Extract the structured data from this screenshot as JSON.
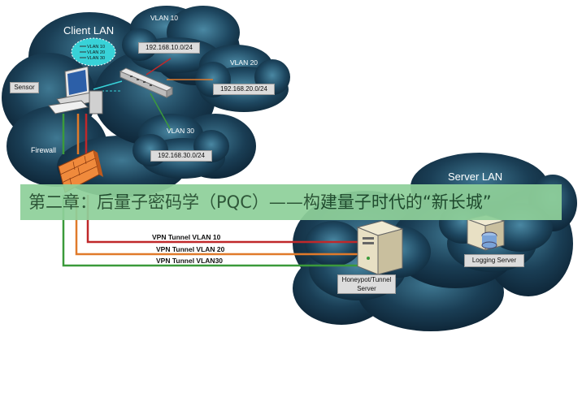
{
  "clouds": {
    "client_lan": "Client LAN",
    "vlan10": "VLAN 10",
    "vlan20": "VLAN 20",
    "vlan30": "VLAN 30",
    "server_lan": "Server LAN"
  },
  "subnets": {
    "vlan10": "192.168.10.0/24",
    "vlan20": "192.168.20.0/24",
    "vlan30": "192.168.30.0/24"
  },
  "devices": {
    "sensor": "Sensor",
    "firewall": "Firewall",
    "honeypot": "Honeypot/Tunnel Server",
    "logging": "Logging Server"
  },
  "bubble_labels": [
    "VLAN 10",
    "VLAN 20",
    "VLAN 30"
  ],
  "tunnels": [
    "VPN Tunnel  VLAN 10",
    "VPN Tunnel VLAN 20",
    "VPN Tunnel VLAN30"
  ],
  "banner": "第二章：后量子密码学（PQC）——构建量子时代的“新长城”",
  "colors": {
    "cloud_dark": "#0e2a3e",
    "cloud_light": "#3a6f8a",
    "vlan10_line": "#c0282a",
    "vlan20_line": "#e07a2a",
    "vlan30_line": "#3b9a3b",
    "banner_bg": "#8fd09a"
  }
}
